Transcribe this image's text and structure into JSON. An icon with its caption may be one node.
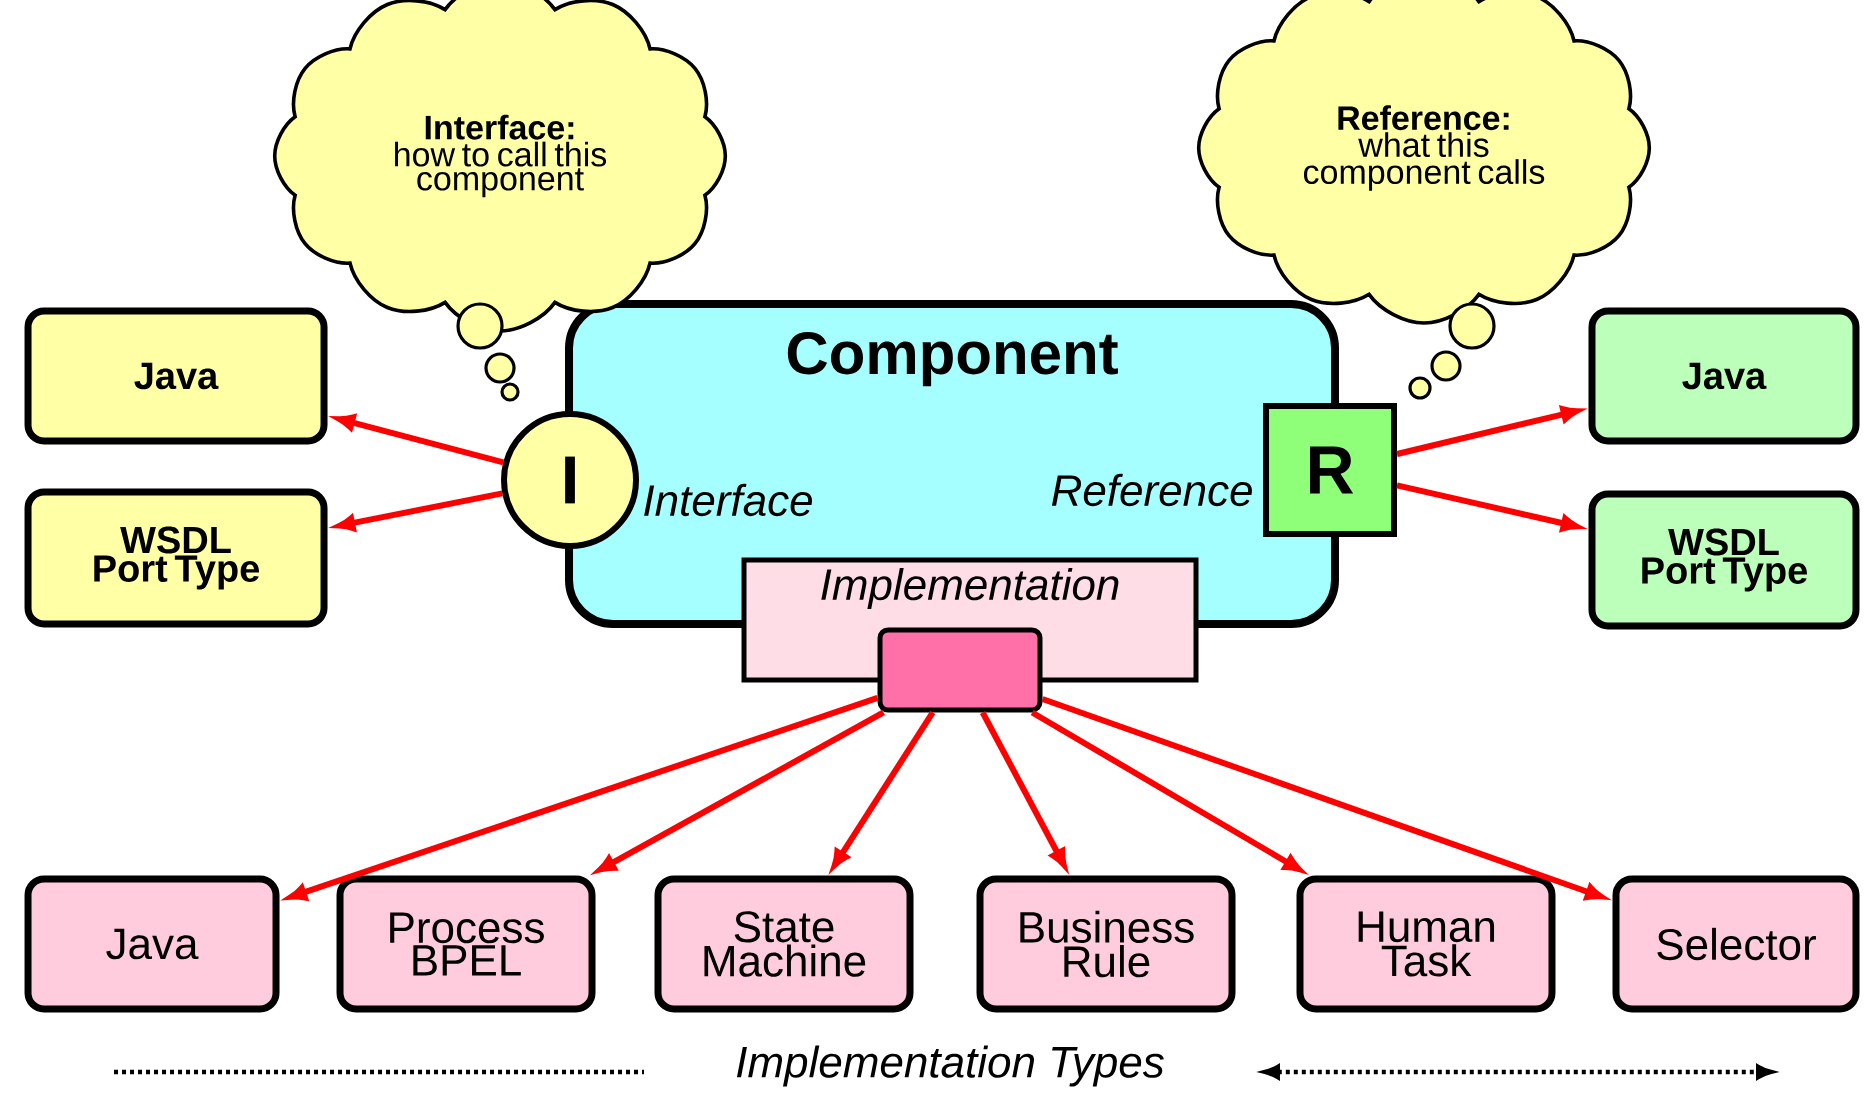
{
  "diagram": {
    "nodes": [
      {
        "text": [
          "Component"
        ]
      },
      {
        "text": [
          "Interface:",
          "how to call this component"
        ]
      },
      {
        "text": [
          "Reference:",
          "what this component calls"
        ]
      },
      {
        "text": [
          "I"
        ],
        "beside": [
          "Interface"
        ]
      },
      {
        "text": [
          "R"
        ],
        "beside": [
          "Reference"
        ]
      },
      {
        "text": [
          "Implementation"
        ]
      },
      {
        "text": [],
        "shape": "box"
      },
      {
        "text": [
          "Java"
        ]
      },
      {
        "text": [
          "WSDL Port Type"
        ]
      },
      {
        "text": [
          "Java"
        ]
      },
      {
        "text": [
          "WSDL Port Type"
        ]
      },
      {
        "text": [
          "Java"
        ]
      },
      {
        "text": [
          "Process BPEL"
        ]
      },
      {
        "text": [
          "State Machine"
        ]
      },
      {
        "text": [
          "Business Rule"
        ]
      },
      {
        "text": [
          "Human Task"
        ]
      },
      {
        "text": [
          "Selector"
        ]
      }
    ],
    "edges": [
      {
        "from": 3,
        "to": 7,
        "arrow": "to"
      },
      {
        "from": 3,
        "to": 8,
        "arrow": "to"
      },
      {
        "from": 4,
        "to": 9,
        "arrow": "to"
      },
      {
        "from": 4,
        "to": 10,
        "arrow": "to"
      },
      {
        "from": 6,
        "to": 11,
        "arrow": "to"
      },
      {
        "from": 6,
        "to": 12,
        "arrow": "to"
      },
      {
        "from": 6,
        "to": 13,
        "arrow": "to"
      },
      {
        "from": 6,
        "to": 14,
        "arrow": "to"
      },
      {
        "from": 6,
        "to": 15,
        "arrow": "to"
      },
      {
        "from": 6,
        "to": 16,
        "arrow": "to"
      }
    ],
    "labels": [
      "Implementation Types"
    ]
  }
}
